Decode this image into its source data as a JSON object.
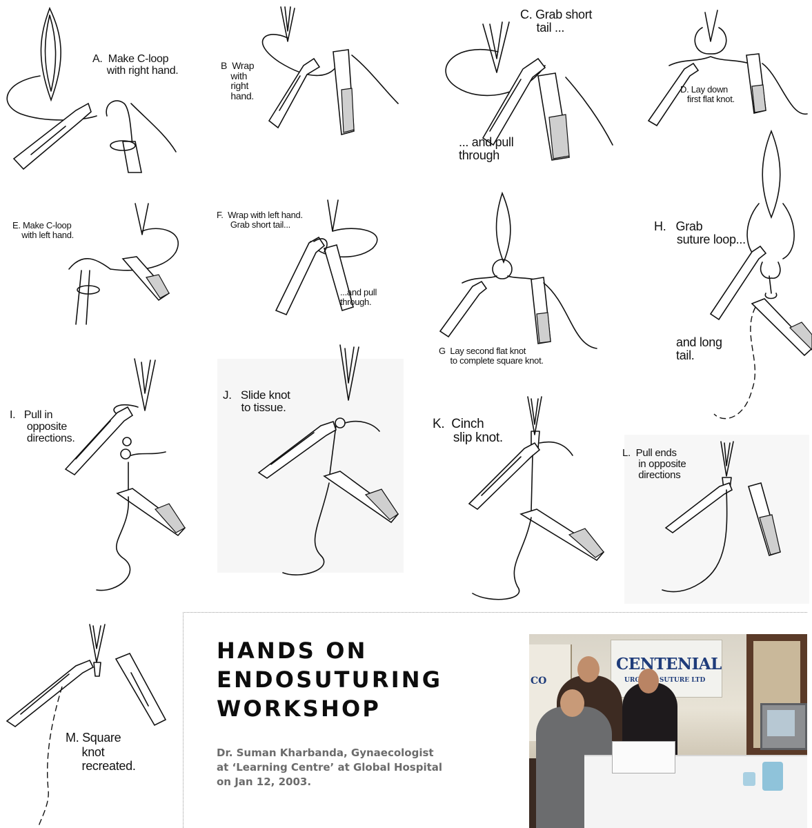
{
  "steps": {
    "A": "A.  Make C-loop\n     with right hand.",
    "B": "B  Wrap\n    with\n    right\n    hand.",
    "C_top": "C. Grab short\n     tail ...",
    "C_bottom": "... and pull\nthrough",
    "D": "D. Lay down\n   first flat knot.",
    "E": "E. Make C-loop\n    with left hand.",
    "F_top": "F.  Wrap with left hand.\n      Grab short tail...",
    "F_bottom": "...and pull\nthrough.",
    "G": "G  Lay second flat knot\n     to complete square knot.",
    "H_top": "H.   Grab\n       suture loop...",
    "H_bottom": "and long\ntail.",
    "I": "I.   Pull in\n      opposite\n      directions.",
    "J": "J.   Slide knot\n      to tissue.",
    "K": "K.  Cinch\n      slip knot.",
    "L": "L.  Pull ends\n      in opposite\n      directions",
    "M": "M. Square\n     knot\n     recreated."
  },
  "workshop": {
    "title": "HANDS ON\nENDOSUTURING\nWORKSHOP",
    "subtitle": "Dr. Suman Kharbanda, Gynaecologist\nat ‘Learning Centre’ at Global Hospital\non Jan 12, 2003."
  },
  "photo": {
    "banner_main": "CENTENIAL",
    "banner_sub": "URGICAL SUTURE LTD",
    "poster_text": "CO"
  },
  "colors": {
    "title": "#0d0d0d",
    "subtitle": "#6b6b6b",
    "banner": "#1f3c7a"
  }
}
